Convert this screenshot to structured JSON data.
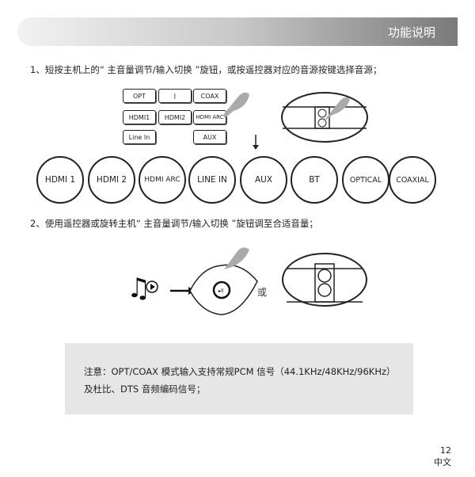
{
  "header": {
    "title": "功能说明"
  },
  "step1": "1、短按主机上的“ 主音量调节/输入切换 ”旋钮，或按遥控器对应的音源按键选择音源；",
  "remote_buttons": [
    "OPT",
    "bluetooth-icon",
    "COAX",
    "HDMI1",
    "HDMI2",
    "HDMI ARC",
    "Line In",
    "AUX"
  ],
  "sources": [
    "HDMI 1",
    "HDMI 2",
    "HDMI ARC",
    "LINE IN",
    "AUX",
    "BT",
    "OPTICAL",
    "COAXIAL"
  ],
  "step2": "2、使用遥控器或旋转主机“ 主音量调节/输入切换 ”旋钮调至合适音量；",
  "or_label": "或",
  "note": {
    "line1": "注意：OPT/COAX 模式输入支持常规PCM 信号（44.1KHz/48KHz/96KHz）",
    "line2": "及杜比、DTS 音频编码信号；"
  },
  "footer": {
    "page": "12",
    "lang": "中文"
  }
}
